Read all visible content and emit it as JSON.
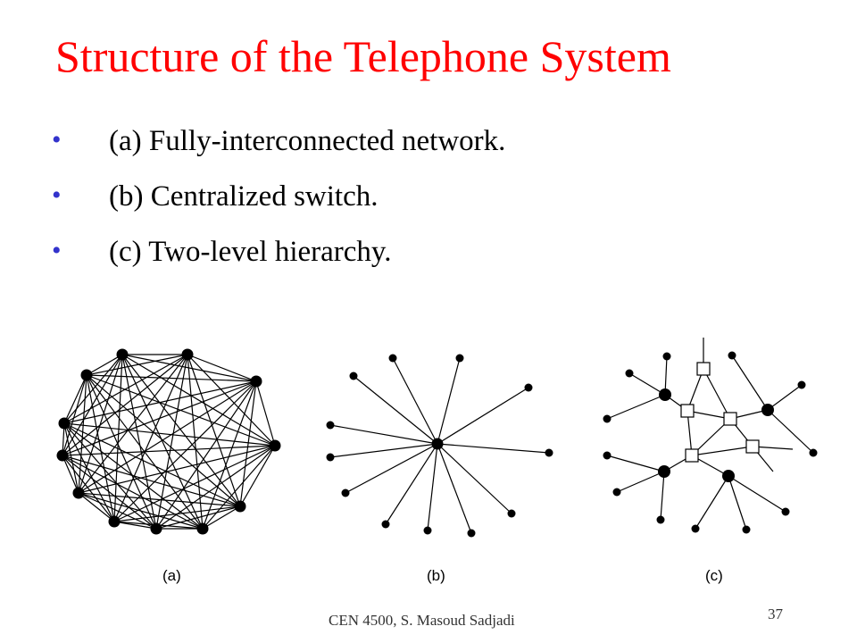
{
  "slide": {
    "title": "Structure of the Telephone System",
    "bullets": [
      "(a) Fully-interconnected network.",
      "(b) Centralized switch.",
      "(c)  Two-level hierarchy."
    ],
    "bullet_symbol": "•",
    "footer": "CEN 4500, S. Masoud Sadjadi",
    "page_number": "37",
    "title_color": "#ff0000",
    "bullet_color": "#3333cc"
  },
  "diagram": {
    "captions": [
      "(a)",
      "(b)",
      "(c)"
    ]
  }
}
